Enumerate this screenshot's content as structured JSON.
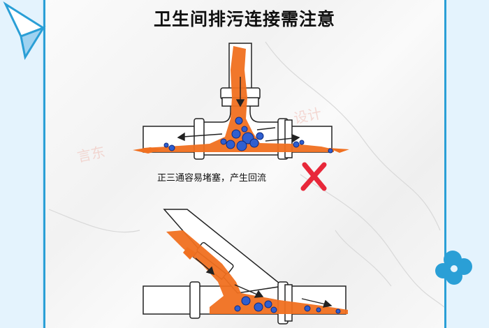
{
  "title": "卫生间排污连接需注意",
  "caption_top": "正三通容易堵塞，产生回流",
  "watermark_left": "言东",
  "watermark_right": "设计",
  "colors": {
    "frame": "#2a9fd6",
    "sewage": "#f07020",
    "bubble": "#2f5fd0",
    "cross": "#e8283a",
    "pipe_stroke": "#222222"
  },
  "icons": [
    "paper-plane-icon",
    "flower-icon",
    "cross-mark-icon",
    "flow-arrow-icon"
  ]
}
